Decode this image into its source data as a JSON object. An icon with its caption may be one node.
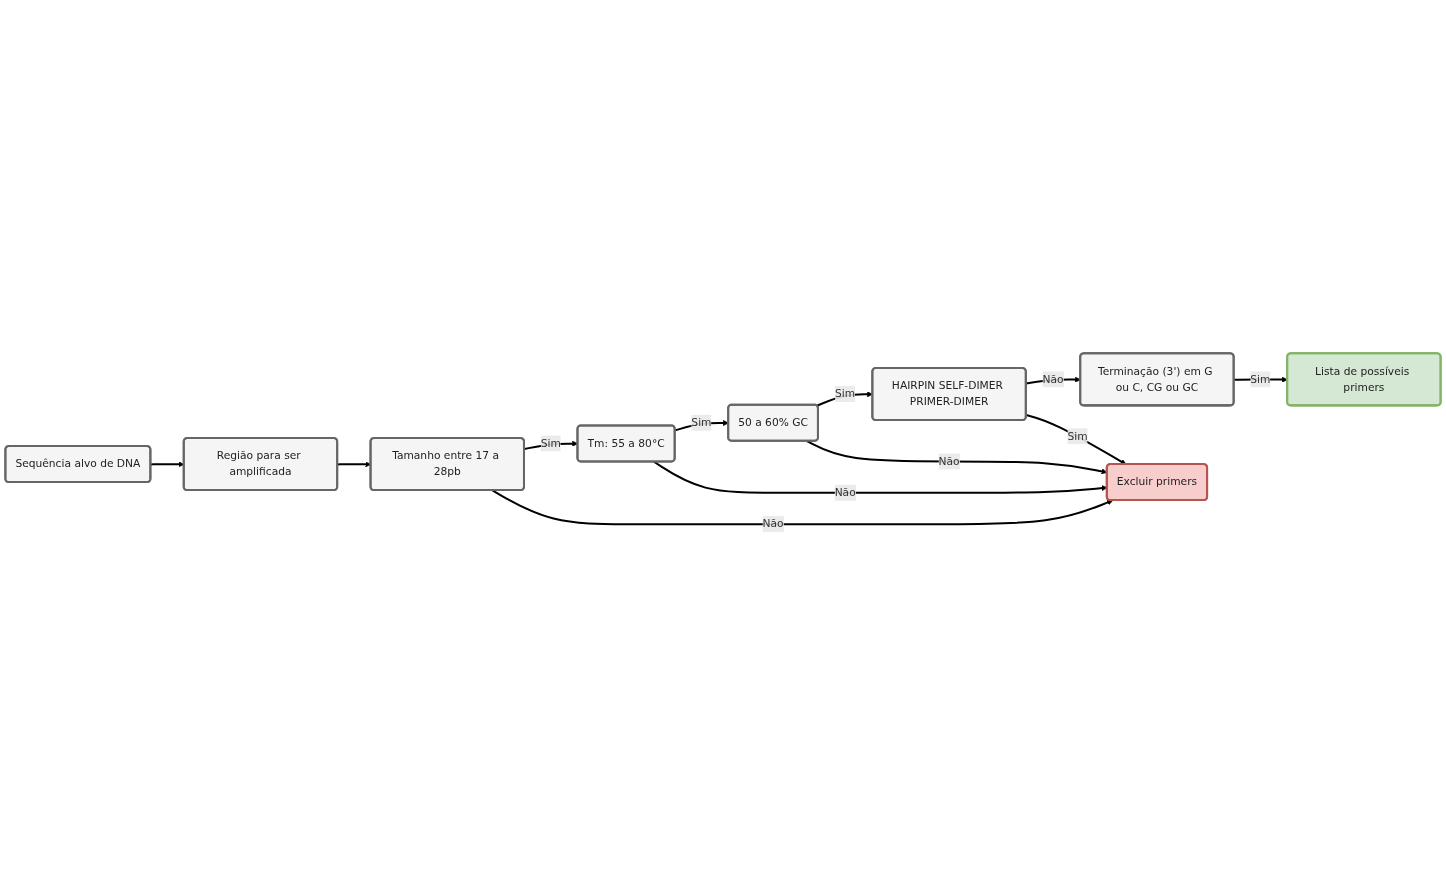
{
  "diagram": {
    "nodes": [
      {
        "text": [
          "Sequência alvo de DNA"
        ]
      },
      {
        "text": [
          "Região para ser amplificada"
        ]
      },
      {
        "text": [
          "Tamanho entre 17 a 28pb"
        ]
      },
      {
        "text": [
          "Tm: 55 a 80°C"
        ]
      },
      {
        "text": [
          "50 a 60% GC"
        ]
      },
      {
        "text": [
          "HAIRPIN SELF-DIMER PRIMER-DIMER"
        ]
      },
      {
        "text": [
          "Terminação (3') em G ou C, CG ou GC"
        ]
      },
      {
        "text": [
          "Lista de possíveis primers"
        ]
      },
      {
        "text": [
          "Excluir primers"
        ]
      }
    ],
    "edges": [
      {
        "from": 0,
        "to": 1,
        "arrow": "to"
      },
      {
        "from": 1,
        "to": 2,
        "arrow": "to"
      },
      {
        "from": 2,
        "to": 3,
        "arrow": "to",
        "label": "Sim"
      },
      {
        "from": 2,
        "to": 8,
        "arrow": "to",
        "label": "Não"
      },
      {
        "from": 3,
        "to": 4,
        "arrow": "to",
        "label": "Sim"
      },
      {
        "from": 3,
        "to": 8,
        "arrow": "to",
        "label": "Não"
      },
      {
        "from": 4,
        "to": 5,
        "arrow": "to",
        "label": "Sim"
      },
      {
        "from": 4,
        "to": 8,
        "arrow": "to",
        "label": "Não"
      },
      {
        "from": 5,
        "to": 8,
        "arrow": "to",
        "label": "Sim"
      },
      {
        "from": 5,
        "to": 6,
        "arrow": "to",
        "label": "Não"
      },
      {
        "from": 6,
        "to": 7,
        "arrow": "to",
        "label": "Sim"
      }
    ]
  }
}
